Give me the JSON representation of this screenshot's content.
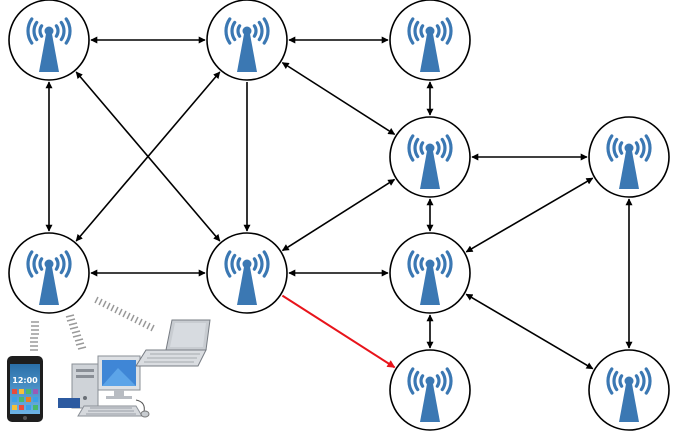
{
  "diagram": {
    "kind": "wireless-mesh-network",
    "link_color": "#000000",
    "highlight_color": "#e8141b",
    "node_icon": "wireless-antenna-icon",
    "node_icon_color": "#3b78b3",
    "nodes": [
      "n1",
      "n2",
      "n3",
      "n4",
      "n5",
      "n6",
      "n7",
      "n8",
      "n9",
      "n10"
    ],
    "links": [
      {
        "from": "n1",
        "to": "n2",
        "type": "bidirectional"
      },
      {
        "from": "n2",
        "to": "n3",
        "type": "bidirectional"
      },
      {
        "from": "n1",
        "to": "n5",
        "type": "bidirectional"
      },
      {
        "from": "n1",
        "to": "n6",
        "type": "bidirectional"
      },
      {
        "from": "n2",
        "to": "n5",
        "type": "bidirectional"
      },
      {
        "from": "n2",
        "to": "n6",
        "type": "one-way"
      },
      {
        "from": "n2",
        "to": "n4",
        "type": "bidirectional"
      },
      {
        "from": "n3",
        "to": "n4",
        "type": "bidirectional"
      },
      {
        "from": "n4",
        "to": "n9",
        "type": "bidirectional"
      },
      {
        "from": "n4",
        "to": "n6",
        "type": "bidirectional"
      },
      {
        "from": "n4",
        "to": "n7",
        "type": "bidirectional"
      },
      {
        "from": "n5",
        "to": "n6",
        "type": "bidirectional"
      },
      {
        "from": "n6",
        "to": "n7",
        "type": "bidirectional"
      },
      {
        "from": "n7",
        "to": "n9",
        "type": "bidirectional"
      },
      {
        "from": "n9",
        "to": "n10",
        "type": "bidirectional"
      },
      {
        "from": "n7",
        "to": "n10",
        "type": "bidirectional"
      },
      {
        "from": "n7",
        "to": "n8",
        "type": "bidirectional"
      },
      {
        "from": "n6",
        "to": "n8",
        "type": "highlighted-one-way"
      }
    ],
    "clients": [
      {
        "name": "smartphone",
        "icon": "smartphone-icon",
        "screen_text": "12:00"
      },
      {
        "name": "desktop-computer",
        "icon": "desktop-computer-icon"
      },
      {
        "name": "laptop",
        "icon": "laptop-icon"
      }
    ]
  }
}
